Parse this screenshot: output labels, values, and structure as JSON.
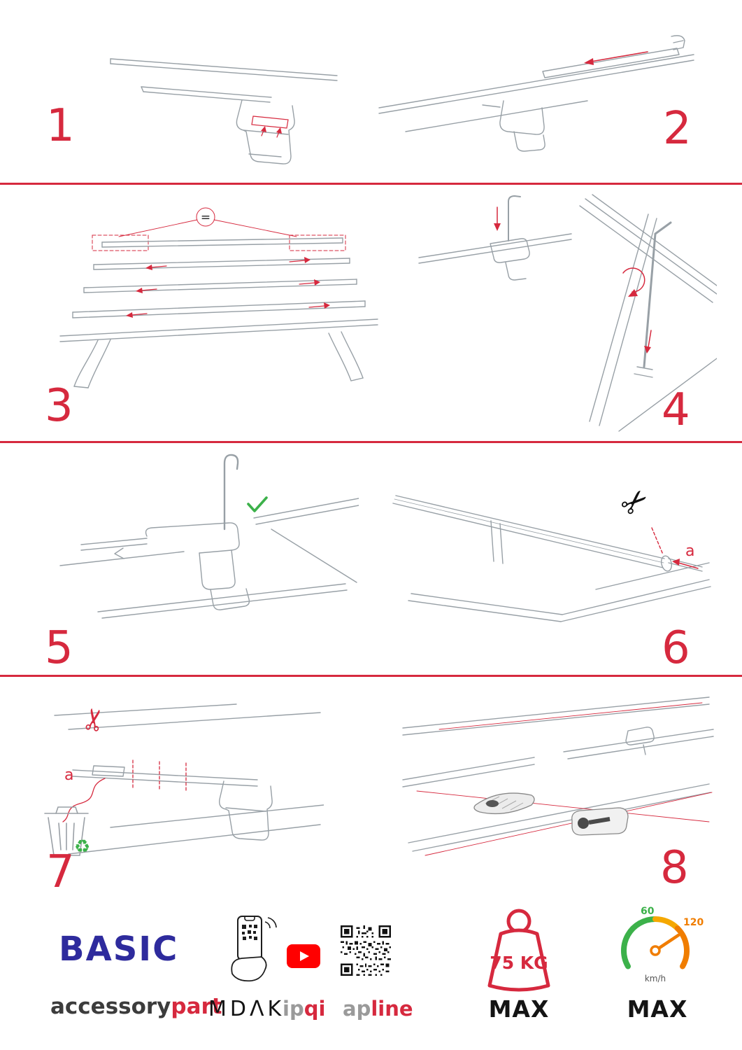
{
  "page": {
    "colors": {
      "accent_red": "#d6293e",
      "brand_blue": "#2e2b9d",
      "green": "#3cb14a",
      "orange": "#f07d00",
      "youtube_red": "#ff0000"
    }
  },
  "icons": {
    "scissors": "✂",
    "recycle": "♻"
  },
  "steps": {
    "s1": {
      "number": "1"
    },
    "s2": {
      "number": "2"
    },
    "s3": {
      "number": "3",
      "equals": "="
    },
    "s4": {
      "number": "4"
    },
    "s5": {
      "number": "5"
    },
    "s6": {
      "number": "6",
      "label_a": "a"
    },
    "s7": {
      "number": "7",
      "label_a": "a"
    },
    "s8": {
      "number": "8"
    }
  },
  "footer": {
    "brand_basic": "BASIC",
    "brand_accessory": "accessory",
    "brand_part": "part",
    "brand_mdak": "MDΛK",
    "brand_ip": "ip",
    "brand_qi": "qi",
    "brand_ap": "ap",
    "brand_line": "line",
    "weight_value": "75 KG",
    "weight_max": "MAX",
    "speed_60": "60",
    "speed_120": "120",
    "speed_unit": "km/h",
    "speed_max": "MAX"
  }
}
